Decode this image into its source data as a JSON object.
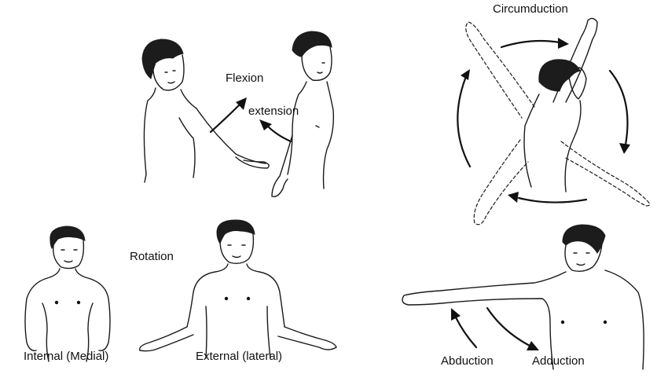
{
  "labels": {
    "circumduction": "Circumduction",
    "flexion": "Flexion",
    "extension": "extension",
    "rotation": "Rotation",
    "internal": "Internal (Medial)",
    "external": "External (lateral)",
    "abduction": "Abduction",
    "adduction": "Adduction"
  }
}
